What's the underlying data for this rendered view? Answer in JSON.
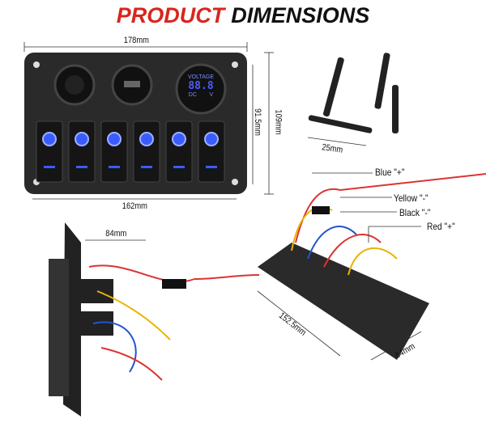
{
  "title": {
    "part1": "PRODUCT",
    "part2": "DIMENSIONS"
  },
  "dimensions": {
    "width_top": "178mm",
    "height_outer": "109mm",
    "height_inner": "91.5mm",
    "width_bottom": "162mm",
    "screw_length": "25mm",
    "side_depth": "84mm",
    "diag_length": "152.5mm",
    "diag_depth": "84mm"
  },
  "voltmeter": {
    "label": "VOLTAGE",
    "reading": "88.8",
    "dc": "DC",
    "unit": "V"
  },
  "wire_labels": {
    "blue": "Blue \"+\"",
    "yellow": "Yellow \"-\"",
    "black": "Black \"-\"",
    "red": "Red \"+\""
  },
  "colors": {
    "accent_red": "#d7261e",
    "led_blue": "#3a5cff",
    "panel": "#2a2a2a"
  }
}
